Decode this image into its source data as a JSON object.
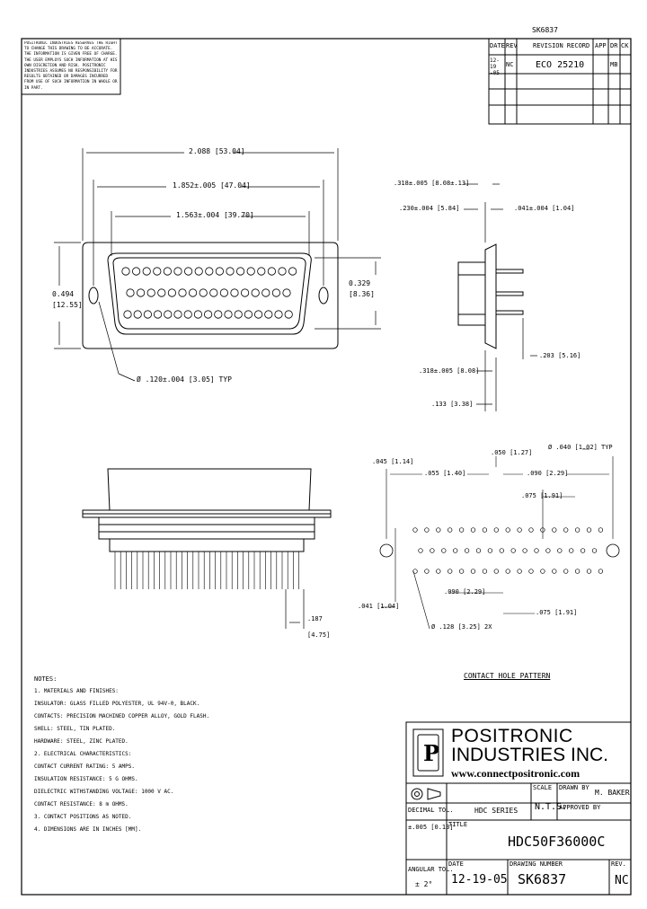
{
  "top_code": "SK6837",
  "disclaimer": "POSITRONIC INDUSTRIES RESERVES THE RIGHT TO CHANGE THIS DRAWING TO BE ACCURATE. THE INFORMATION IS GIVEN FREE OF CHARGE. THE USER EMPLOYS SUCH INFORMATION AT HIS OWN DISCRETION AND RISK. POSITRONIC INDUSTRIES ASSUMES NO RESPONSIBILITY FOR RESULTS OBTAINED OR DAMAGES INCURRED FROM USE OF SUCH INFORMATION IN WHOLE OR IN PART.",
  "revision_table": {
    "headers": [
      "DATE",
      "REV",
      "REVISION RECORD",
      "APP",
      "DR",
      "CK"
    ],
    "rows": [
      [
        "12-19 -05",
        "NC",
        "ECO 25210",
        "",
        "MB",
        ""
      ],
      [
        "",
        "",
        "",
        "",
        "",
        ""
      ],
      [
        "",
        "",
        "",
        "",
        "",
        ""
      ],
      [
        "",
        "",
        "",
        "",
        "",
        ""
      ]
    ]
  },
  "dimensions": {
    "overall_width": "2.088 [53.04]",
    "mounting_holes": "1.852±.005 [47.04]",
    "shell_width": "1.563±.004 [39.70]",
    "height": "0.494 [12.55]",
    "height_inner": "0.329 [8.36]",
    "mounting_hole": "Ø .120±.004 [3.05] TYP",
    "side_a": ".318±.005 [8.08±.13]",
    "side_b": ".230±.004 [5.84]",
    "side_c": ".041±.004 [1.04]",
    "side_d": ".203 [5.16]",
    "side_e": ".318±.005 [8.08]",
    "side_f": ".133 [3.38]",
    "pattern_x1": ".045 [1.14]",
    "pattern_x2": ".055 [1.40]",
    "pattern_x3": ".090 [2.29]",
    "pattern_x4": ".075 [1.91]",
    "pattern_y": ".050 [1.27]",
    "pattern_hole": "Ø .040 [1.02] TYP",
    "pattern_mount": "Ø .128 [3.25] 2X",
    "pattern_y2": ".041 [1.04]",
    "pattern_row": ".090 [2.29]",
    "bottom_len": ".187 [4.75]"
  },
  "pattern_title": "CONTACT HOLE PATTERN",
  "notes": {
    "title": "NOTES:",
    "lines": [
      "1. MATERIALS AND FINISHES:",
      "   INSULATOR: GLASS FILLED POLYESTER, UL 94V-0, BLACK.",
      "   CONTACTS: PRECISION MACHINED COPPER ALLOY, GOLD FLASH.",
      "   SHELL: STEEL, TIN PLATED.",
      "   HARDWARE: STEEL, ZINC PLATED.",
      "2. ELECTRICAL CHARACTERISTICS:",
      "   CONTACT CURRENT RATING: 5 AMPS.",
      "   INSULATION RESISTANCE: 5 G OHMS.",
      "   DIELECTRIC WITHSTANDING VOLTAGE: 1000 V AC.",
      "   CONTACT RESISTANCE: 8 m OHMS.",
      "3. CONTACT POSITIONS AS NOTED.",
      "4. DIMENSIONS ARE IN INCHES [MM]."
    ]
  },
  "company": {
    "name_line1": "POSITRONIC",
    "name_line2": "INDUSTRIES INC.",
    "url": "www.connectpositronic.com"
  },
  "title_block": {
    "series": "HDC SERIES",
    "scale_label": "SCALE",
    "scale": "N.T.S.",
    "drawn_by_label": "DRAWN BY",
    "drawn_by": "M. BAKER",
    "approved_label": "APPROVED BY",
    "decimal_tol_label": "DECIMAL TOL.",
    "decimal_tol": "±.005 [0.13]",
    "title_label": "TITLE",
    "title": "HDC50F36000C",
    "angular_tol_label": "ANGULAR TOL.",
    "angular_tol": "± 2°",
    "date_label": "DATE",
    "date": "12-19-05",
    "drawing_number_label": "DRAWING NUMBER",
    "drawing_number": "SK6837",
    "rev_label": "REV.",
    "rev": "NC"
  }
}
